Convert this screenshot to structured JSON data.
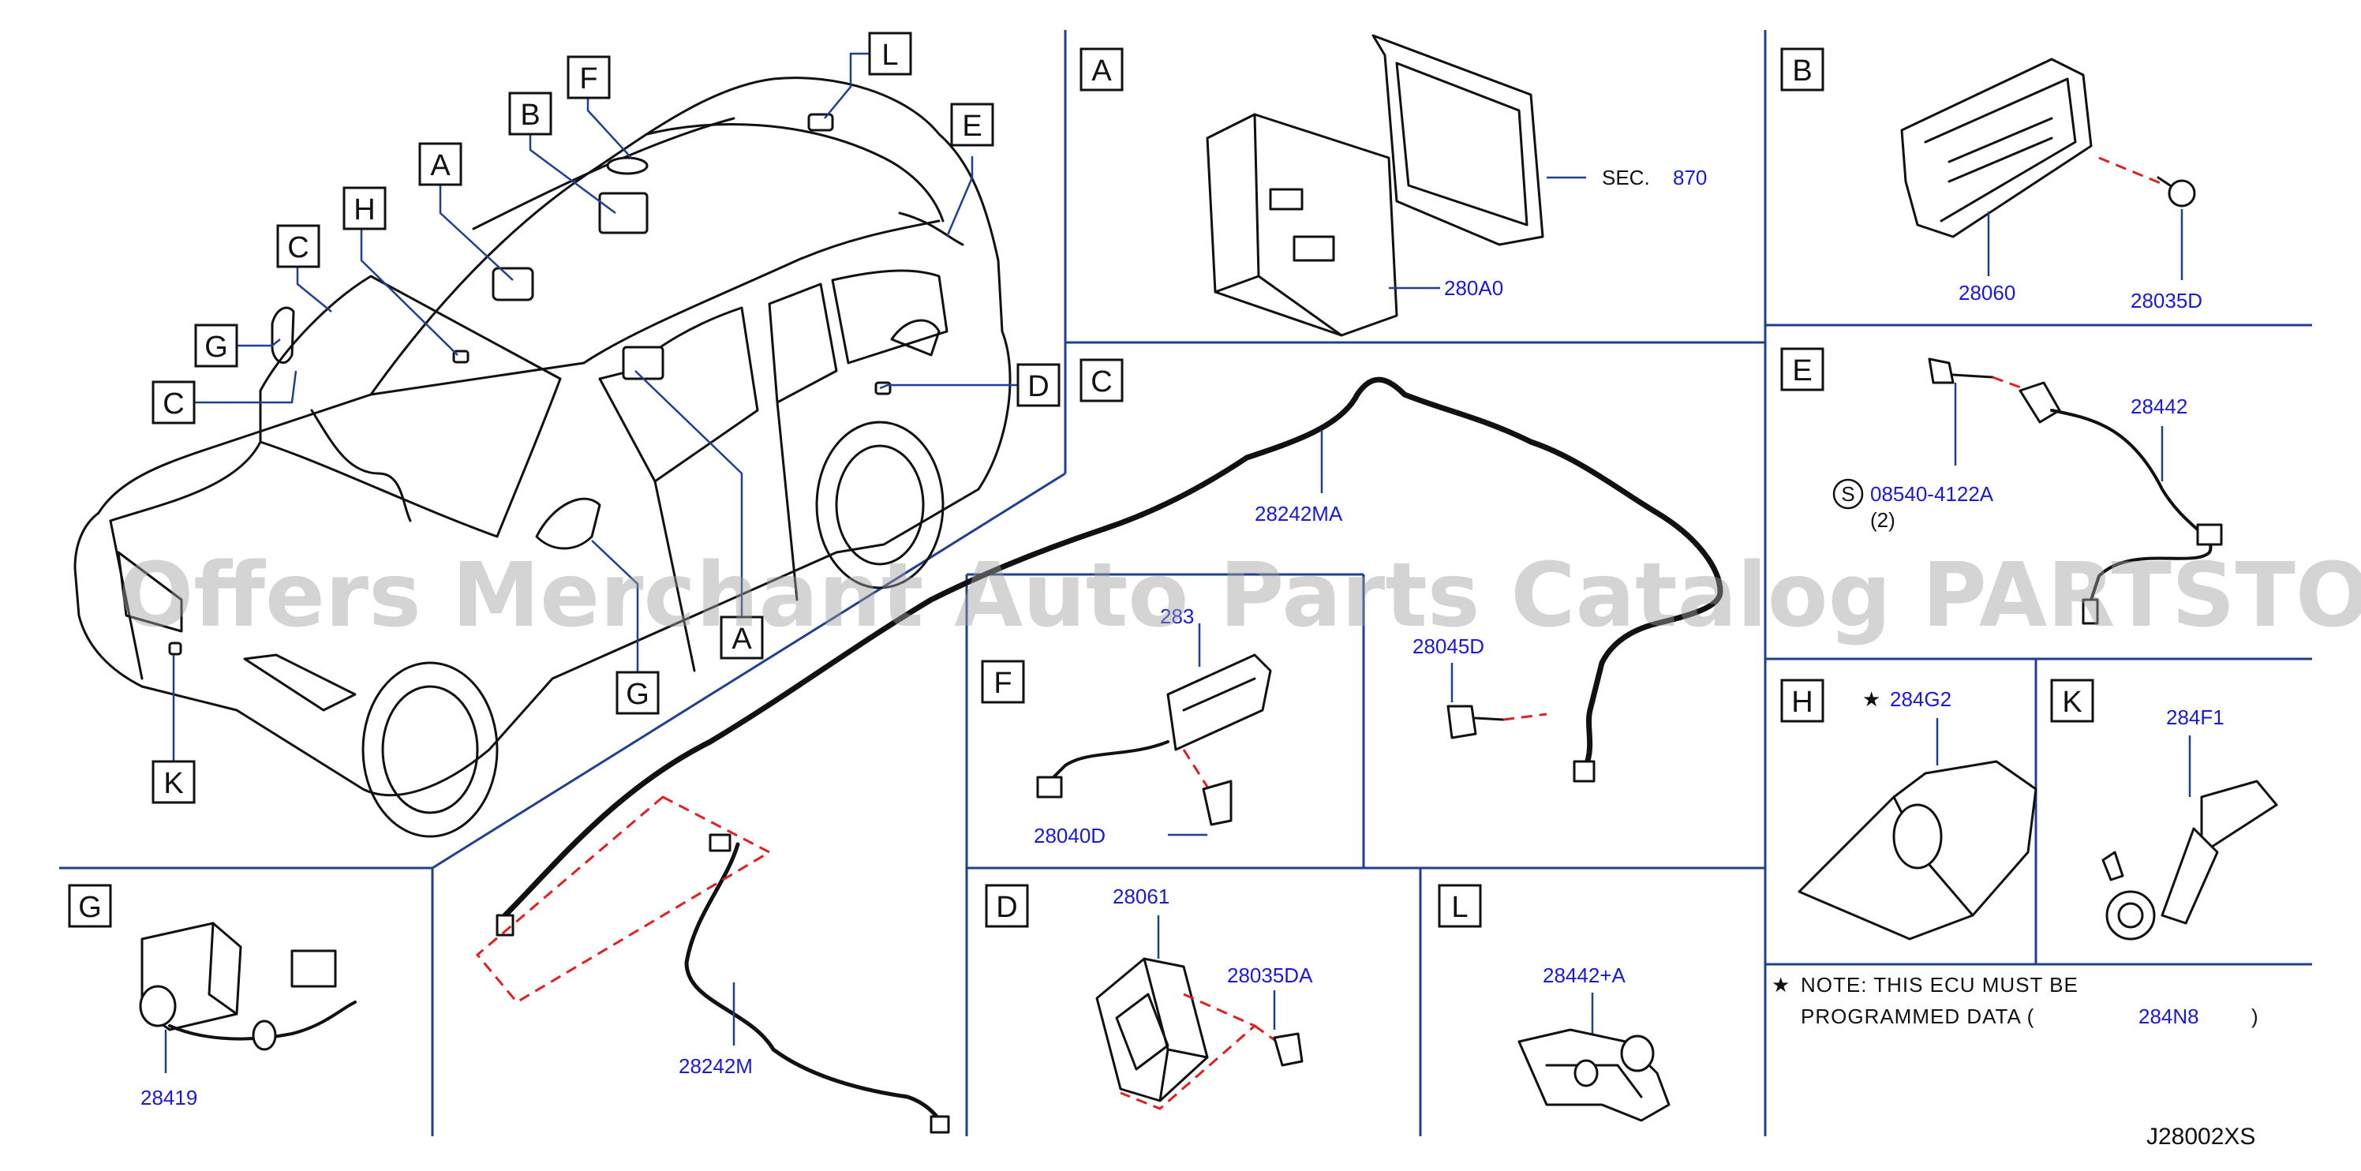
{
  "callouts": {
    "main_view": [
      "A",
      "B",
      "C",
      "C",
      "D",
      "E",
      "F",
      "G",
      "G",
      "H",
      "K",
      "L",
      "A"
    ],
    "A": "A",
    "B": "B",
    "C": "C",
    "D": "D",
    "E": "E",
    "F": "F",
    "G": "G",
    "H": "H",
    "K": "K",
    "L": "L"
  },
  "panel_A": {
    "sec_label": "SEC.",
    "sec_number": "870",
    "part": "280A0"
  },
  "panel_B": {
    "part1": "28060",
    "part2": "28035D"
  },
  "panel_E": {
    "screw_symbol": "S",
    "screw_part": "08540-4122A",
    "qty": "(2)",
    "part": "28442"
  },
  "panel_C": {
    "harness_main": "28242MA",
    "harness_sub": "28242M",
    "clip": "28045D"
  },
  "panel_F": {
    "part": "283",
    "bolt": "28040D"
  },
  "panel_H": {
    "star": "★",
    "part": "284G2"
  },
  "panel_K": {
    "part": "284F1"
  },
  "panel_G": {
    "part": "28419"
  },
  "panel_D": {
    "part": "28061",
    "bolt": "28035DA"
  },
  "panel_L": {
    "part": "28442+A"
  },
  "note": {
    "star": "★",
    "line1": "NOTE:  THIS  ECU  MUST  BE",
    "line2_prefix": "PROGRAMMED  DATA  (",
    "line2_part": "284N8",
    "line2_suffix": ")"
  },
  "diagram_code": "J28002XS",
  "watermark": "Offers Merchant Auto Parts Catalog PARTSTORE.SA",
  "colors": {
    "part_number": "#1a1ad6",
    "grid": "#1f3f8f",
    "dashed": "#e02020"
  }
}
